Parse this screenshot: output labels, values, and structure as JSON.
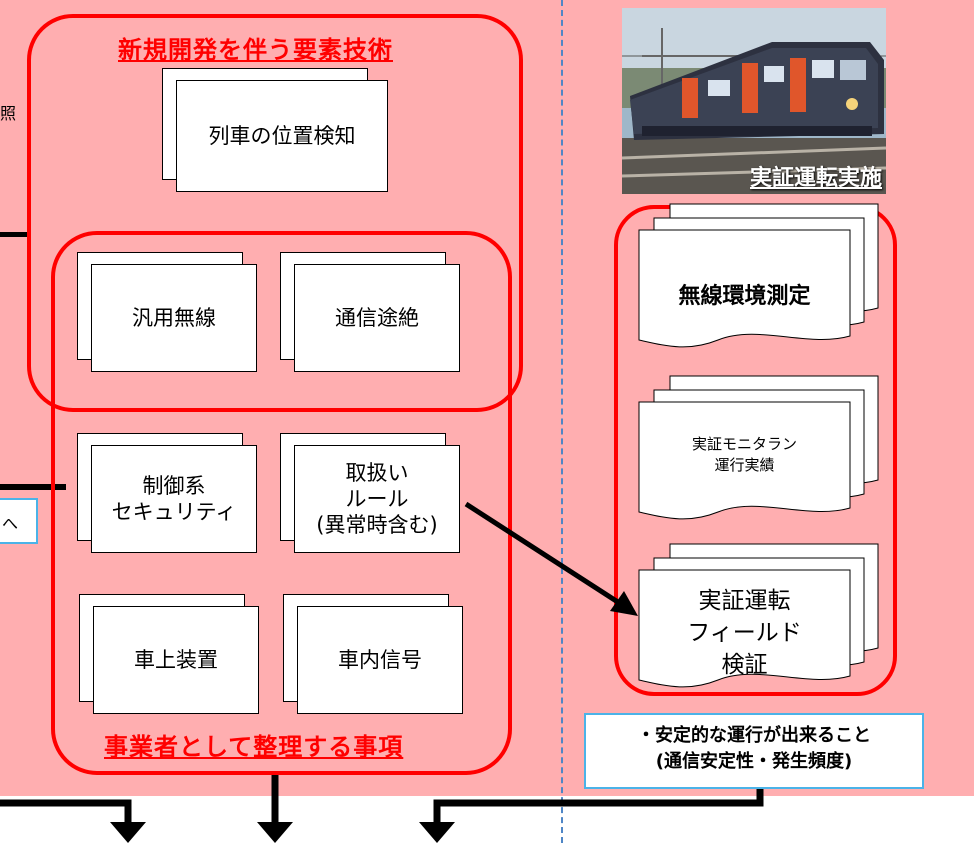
{
  "left_panel": {
    "top_title": "新規開発を伴う要素技術",
    "bottom_title": "事業者として整理する事項",
    "items": {
      "position_detection": "列車の位置検知",
      "general_radio": "汎用無線",
      "comm_loss": "通信途絶",
      "control_security": "制御系\nセキュリティ",
      "handling_rules": "取扱い\nルール\n(異常時含む)",
      "onboard_equipment": "車上装置",
      "in_cab_signal": "車内信号"
    },
    "cut_text_ref": "照",
    "cut_text_arrow": "へ"
  },
  "right_panel": {
    "photo_caption": "実証運転実施",
    "docs": {
      "radio_measurement": "無線環境測定",
      "monitor_run": "実証モニタラン\n運行実績",
      "field_verification": "実証運転\nフィールド\n検証"
    },
    "note": "・安定的な運行が出来ること\n(通信安定性・発生頻度)"
  },
  "colors": {
    "panel_pink": "#ffaeb0",
    "frame_red": "#ff0000",
    "note_border": "#4bb3e8",
    "divider_blue": "#4f86c6"
  }
}
